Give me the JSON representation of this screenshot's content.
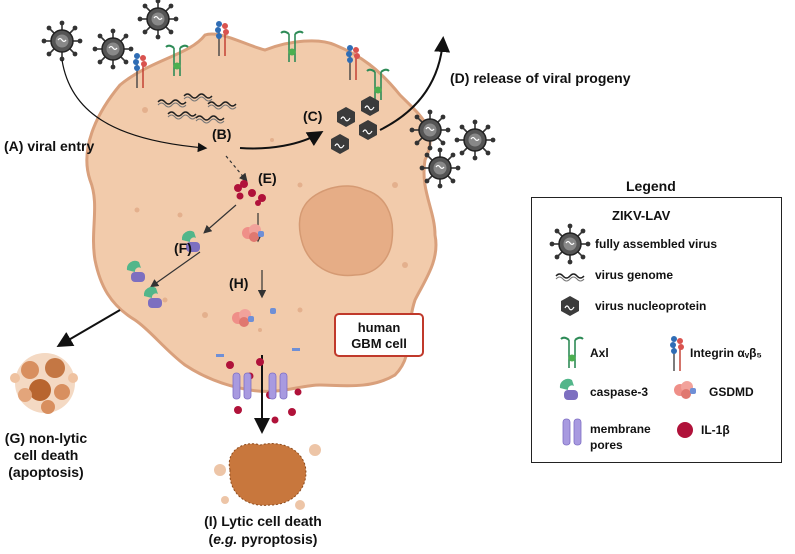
{
  "labels": {
    "viral_entry": "(A) viral entry",
    "release": "(D) release of viral progeny",
    "non_lytic": [
      "(G) non-lytic",
      "cell death",
      "(apoptosis)"
    ],
    "lytic_line1": "(I) Lytic cell death",
    "lytic_line2_em": "e.g.",
    "lytic_line2_rest": " pyroptosis)",
    "lytic_line2_open": "(",
    "gbm_cell": [
      "human",
      "GBM cell"
    ]
  },
  "steps": {
    "B": "(B)",
    "C": "(C)",
    "E": "(E)",
    "F": "(F)",
    "H": "(H)"
  },
  "legend": {
    "title": "Legend",
    "subtitle": "ZIKV-LAV",
    "items": {
      "virus": "fully assembled virus",
      "genome": "virus genome",
      "nucleoprotein": "virus nucleoprotein",
      "axl": "Axl",
      "integrin": "Integrin αᵥβ₅",
      "caspase": "caspase-3",
      "gsdmd": "GSDMD",
      "pores": [
        "membrane",
        "pores"
      ],
      "il1b": "IL-1β"
    }
  },
  "colors": {
    "cell_fill": "#f2cbab",
    "cell_edge": "#d9a07c",
    "nucleus": "#e6ad86",
    "gbm_border": "#c0392b",
    "caspase_green": "#52b68a",
    "caspase_purple": "#7d6fc0",
    "gsdmd": "#ef8f88",
    "il1b": "#b0123a",
    "pore": "#a89ae0"
  }
}
